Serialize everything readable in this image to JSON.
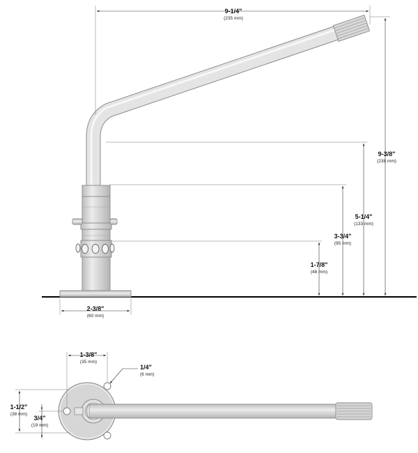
{
  "colors": {
    "metal": "#d9d9d9",
    "metal_edge": "#8a8a8a",
    "line": "#333333",
    "ground": "#000000"
  },
  "side_view": {
    "overall_width": {
      "inch": "9-1/4\"",
      "mm": "(235 mm)"
    },
    "overall_height": {
      "inch": "9-3/8\"",
      "mm": "(238 mm)"
    },
    "bend_height": {
      "inch": "5-1/4\"",
      "mm": "(133 mm)"
    },
    "collar_height": {
      "inch": "3-3/4\"",
      "mm": "(95 mm)"
    },
    "holes_height": {
      "inch": "1-7/8\"",
      "mm": "(48 mm)"
    },
    "flange_width": {
      "inch": "2-3/8\"",
      "mm": "(60 mm)"
    }
  },
  "top_view": {
    "hole_spacing": {
      "inch": "1-3/8\"",
      "mm": "(35 mm)"
    },
    "hole_diameter": {
      "inch": "1/4\"",
      "mm": "(6 mm)"
    },
    "flange_span": {
      "inch": "1-1/2\"",
      "mm": "(38 mm)"
    },
    "center_offset": {
      "inch": "3/4\"",
      "mm": "(19 mm)"
    }
  }
}
